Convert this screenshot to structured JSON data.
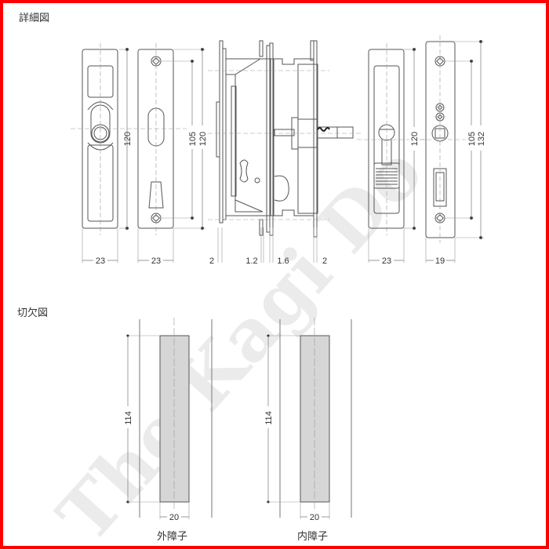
{
  "border_color": "#ff0000",
  "sections": {
    "detail": {
      "title": "詳細図"
    },
    "cutout": {
      "title": "切欠図"
    }
  },
  "detail_views": {
    "outer_handle_front": {
      "height": "120",
      "width": "23"
    },
    "outer_faceplate": {
      "screw_pitch": "105",
      "height": "120",
      "width": "23"
    },
    "side_section": {
      "dims": [
        "2",
        "1.2",
        "1.6",
        "2"
      ]
    },
    "inner_handle_front": {
      "height": "120",
      "width": "23"
    },
    "inner_faceplate": {
      "screw_pitch": "105",
      "height": "132",
      "width": "19"
    }
  },
  "cutout_views": {
    "outer": {
      "height": "114",
      "width": "20",
      "label": "外障子"
    },
    "inner": {
      "height": "114",
      "width": "20",
      "label": "内障子"
    }
  },
  "watermark": "The Kagi Do",
  "colors": {
    "line": "#555555",
    "dim_line": "#777777",
    "cutout_fill": "#d6d6d6",
    "watermark": "#e8e8e8"
  }
}
